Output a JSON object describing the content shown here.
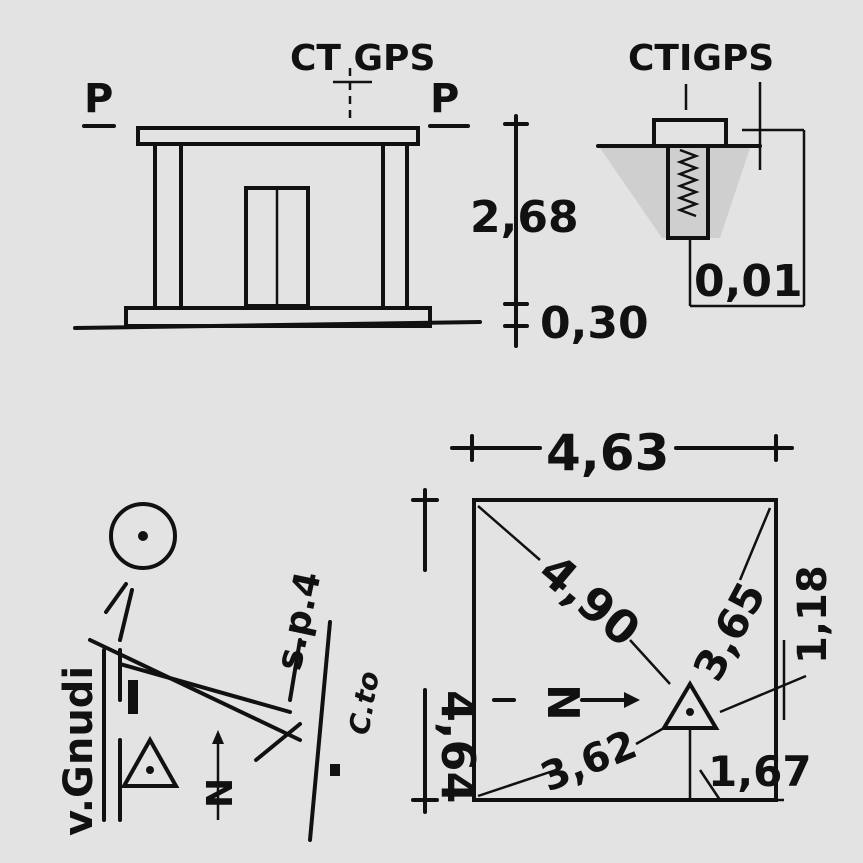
{
  "labels": {
    "ct_gps_left": "CT GPS",
    "ct_gps_right": "CTIGPS",
    "p_left": "P",
    "p_right": "P",
    "height_main": "2,68",
    "height_base": "0,30",
    "depth_mark": "0,01",
    "width_top": "4,63",
    "height_left": "4,64",
    "diag_long": "4,90",
    "diag_right": "3,65",
    "side_1_18": "1,18",
    "dist_3_62": "3,62",
    "dist_1_67": "1,67",
    "north_plan": "N",
    "north_map": "N",
    "street": "v.Gnudi",
    "road": "s.p.4",
    "ctm": "C.to"
  },
  "colors": {
    "background": "#e3e3e3",
    "ink": "#111111"
  }
}
